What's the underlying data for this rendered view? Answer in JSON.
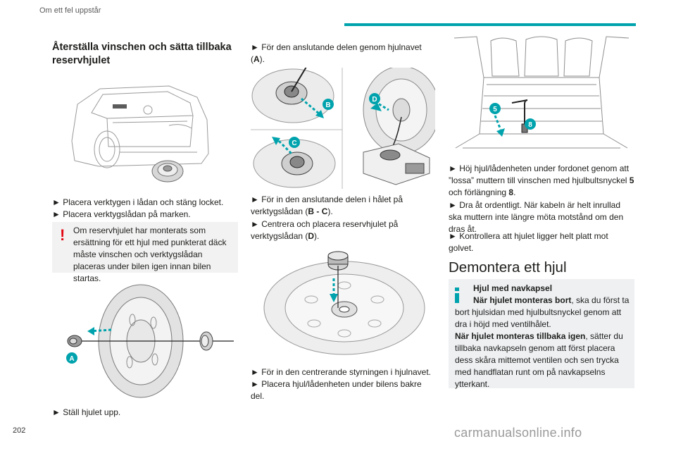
{
  "header": {
    "section_title": "Om ett fel uppstår",
    "accent_color": "#00a3ad"
  },
  "page_number": "202",
  "watermark": "carmanualsonline.info",
  "col1": {
    "heading": "Återställa vinschen och sätta tillbaka reservhjulet",
    "step1": "► Placera verktygen i lådan och stäng locket.",
    "step2": "► Placera verktygslådan på marken.",
    "warning": "Om reservhjulet har monterats som ersättning för ett hjul med punkterat däck måste vinschen och verktygslådan placeras under bilen igen innan bilen startas.",
    "step3": "► Ställ hjulet upp.",
    "fig_label_a": "A"
  },
  "col2": {
    "step1_pre": "► För den anslutande delen genom hjulnavet (",
    "step1_bold": "A",
    "step1_post": ").",
    "step2_pre": "► För in den anslutande delen i hålet på verktygslådan (",
    "step2_bold": "B - C",
    "step2_post": ").",
    "step3_pre": "► Centrera och placera reservhjulet på verktygslådan (",
    "step3_bold": "D",
    "step3_post": ").",
    "step4": "► För in den centrerande styrningen i hjulnavet.",
    "step5": "► Placera hjul/lådenheten under bilens bakre del.",
    "fig_labels": {
      "b": "B",
      "c": "C",
      "d": "D"
    }
  },
  "col3": {
    "step1_pre": "► Höj hjul/lådenheten under fordonet genom att ”lossa” muttern till vinschen med hjulbultsnyckel ",
    "step1_b1": "5",
    "step1_mid": " och förlängning ",
    "step1_b2": "8",
    "step1_post": ".",
    "step2": "► Dra åt ordentligt. När kabeln är helt inrullad ska muttern inte längre möta motstånd om den dras åt.",
    "step3": "► Kontrollera att hjulet ligger helt platt mot golvet.",
    "heading": "Demontera ett hjul",
    "info_title": "Hjul med navkapsel",
    "info_bold1": "När hjulet monteras bort",
    "info_text1": ", ska du först ta bort hjulsidan med hjulbultsnyckel genom att dra i höjd med ventilhålet.",
    "info_bold2": "När hjulet monteras tillbaka igen",
    "info_text2": ", sätter du tillbaka navkapseln genom att först placera dess skåra mittemot ventilen och sen trycka med handflatan runt om på navkapselns ytterkant.",
    "fig_labels": {
      "five": "5",
      "eight": "8"
    }
  }
}
